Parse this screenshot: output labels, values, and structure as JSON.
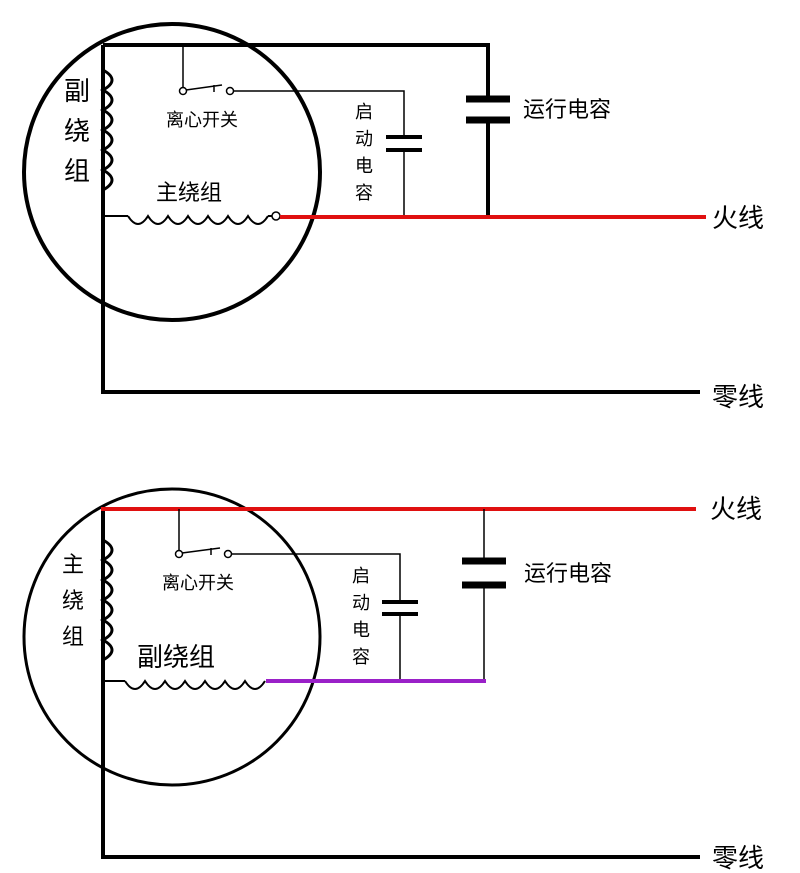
{
  "top": {
    "aux_winding": [
      "副",
      "绕",
      "组"
    ],
    "main_winding": "主绕组",
    "centrifugal_switch": "离心开关",
    "start_cap": [
      "启",
      "动",
      "电",
      "容"
    ],
    "run_cap": "运行电容",
    "live": "火线",
    "neutral": "零线"
  },
  "bottom": {
    "main_winding": [
      "主",
      "绕",
      "组"
    ],
    "aux_winding": "副绕组",
    "centrifugal_switch": "离心开关",
    "start_cap": [
      "启",
      "动",
      "电",
      "容"
    ],
    "run_cap": "运行电容",
    "live": "火线",
    "neutral": "零线"
  },
  "colors": {
    "live_wire": "#e01010",
    "aux_wire": "#9a20c8",
    "line": "#000000"
  }
}
